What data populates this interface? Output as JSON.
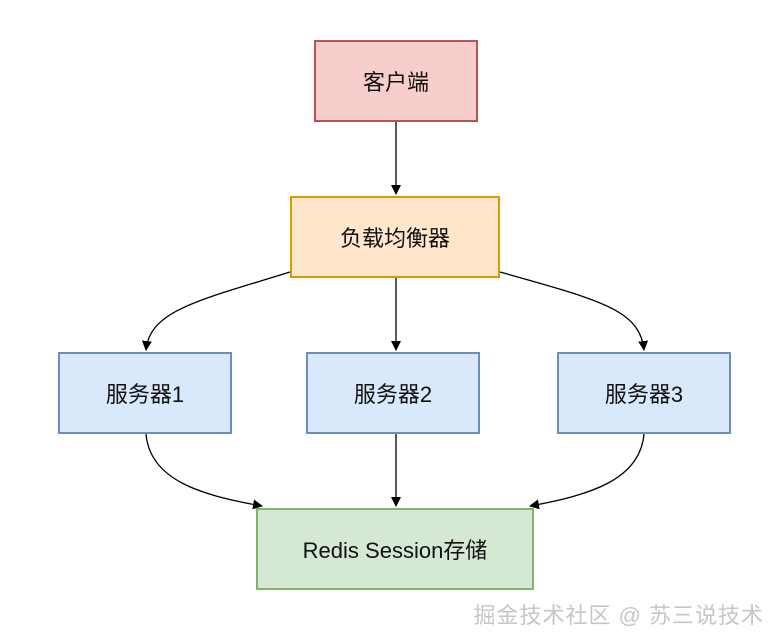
{
  "nodes": {
    "client": {
      "label": "客户端",
      "fill": "#f8cecc",
      "stroke": "#b85450"
    },
    "load_balancer": {
      "label": "负载均衡器",
      "fill": "#ffe6cc",
      "stroke": "#d79b00"
    },
    "server1": {
      "label": "服务器1",
      "fill": "#dae8fc",
      "stroke": "#6c8ebf"
    },
    "server2": {
      "label": "服务器2",
      "fill": "#dae8fc",
      "stroke": "#6c8ebf"
    },
    "server3": {
      "label": "服务器3",
      "fill": "#dae8fc",
      "stroke": "#6c8ebf"
    },
    "redis": {
      "label": "Redis Session存储",
      "fill": "#d5e8d4",
      "stroke": "#82b366"
    }
  },
  "edges": [
    {
      "from": "client",
      "to": "load_balancer"
    },
    {
      "from": "load_balancer",
      "to": "server1"
    },
    {
      "from": "load_balancer",
      "to": "server2"
    },
    {
      "from": "load_balancer",
      "to": "server3"
    },
    {
      "from": "server1",
      "to": "redis"
    },
    {
      "from": "server2",
      "to": "redis"
    },
    {
      "from": "server3",
      "to": "redis"
    }
  ],
  "watermark": "掘金技术社区 @ 苏三说技术"
}
